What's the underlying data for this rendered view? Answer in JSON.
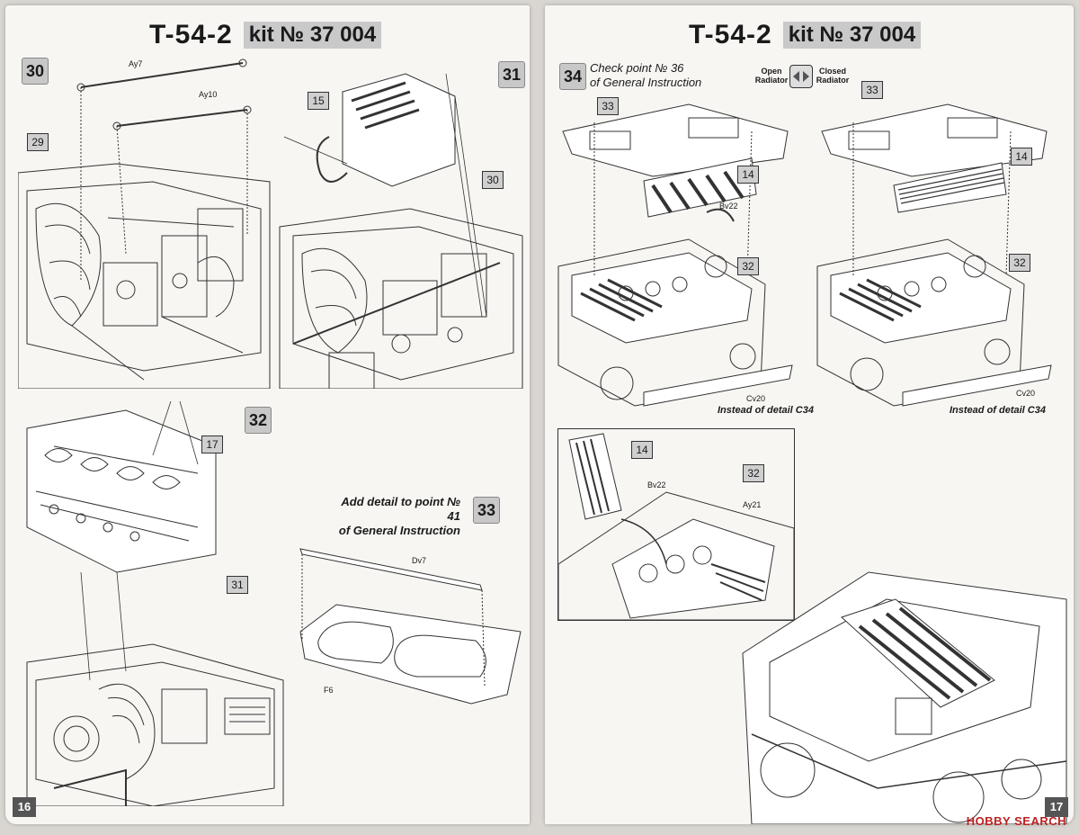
{
  "left_page": {
    "header": {
      "title": "T-54-2",
      "kit": "kit № 37 004"
    },
    "steps": {
      "s30": "30",
      "s31": "31",
      "s32": "32",
      "s33": "33"
    },
    "callouts": {
      "c29": "29",
      "c15": "15",
      "c30": "30",
      "c17": "17",
      "c31": "31"
    },
    "part_labels": {
      "ay7": "Ay7",
      "ay10": "Ay10",
      "dv7": "Dv7",
      "f6": "F6"
    },
    "note_33": {
      "line1": "Add detail to point № 41",
      "line2": "of General Instruction"
    },
    "page_number": "16"
  },
  "right_page": {
    "header": {
      "title": "T-54-2",
      "kit": "kit № 37 004"
    },
    "steps": {
      "s34": "34"
    },
    "note_34": {
      "line1": "Check point № 36",
      "line2": "of General Instruction"
    },
    "legend": {
      "open": "Open Radiator",
      "closed": "Closed Radiator"
    },
    "callouts": {
      "c33a": "33",
      "c14a": "14",
      "c32a": "32",
      "c33b": "33",
      "c14b": "14",
      "c32b": "32",
      "c14c": "14",
      "c32c": "32"
    },
    "part_labels": {
      "bv22a": "Bv22",
      "cv20a": "Cv20",
      "cv20b": "Cv20",
      "bv22b": "Bv22",
      "ay21": "Ay21"
    },
    "instead_a": "Instead of detail  C34",
    "instead_b": "Instead of detail  C34",
    "page_number": "17"
  },
  "watermark": "HOBBY SEARCH"
}
